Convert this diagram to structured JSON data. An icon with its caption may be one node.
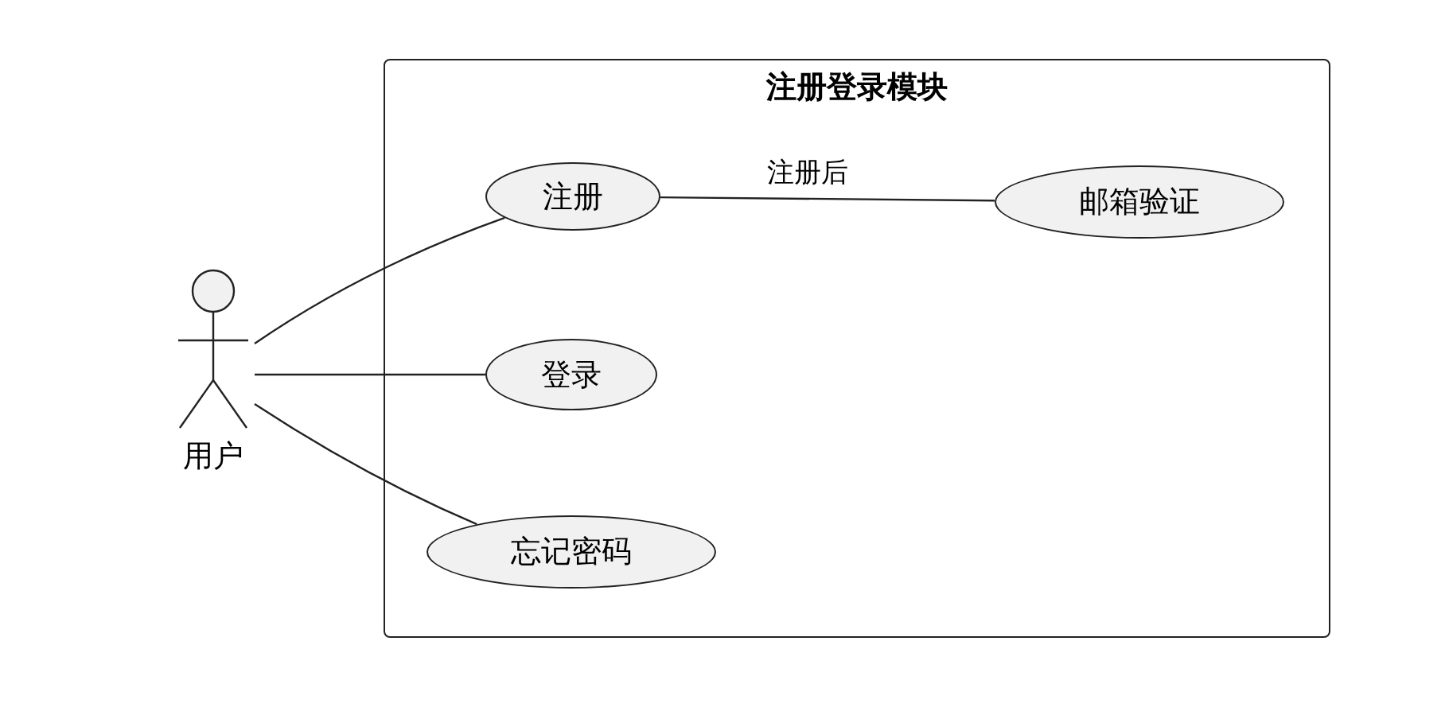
{
  "diagram": {
    "nodes": [
      {
        "text": [
          "注册登录模块"
        ]
      },
      {
        "text": [
          "用户"
        ]
      },
      {
        "text": [
          "注册"
        ],
        "in": 0
      },
      {
        "text": [
          "邮箱验证"
        ],
        "in": 0
      },
      {
        "text": [
          "登录"
        ],
        "in": 0
      },
      {
        "text": [
          "忘记密码"
        ],
        "in": 0
      }
    ],
    "edges": [
      {
        "from": 1,
        "to": 2,
        "arrow": "none"
      },
      {
        "from": 1,
        "to": 4,
        "arrow": "none"
      },
      {
        "from": 1,
        "to": 5,
        "arrow": "none"
      },
      {
        "from": 2,
        "to": 3,
        "arrow": "none",
        "label": "注册后"
      }
    ]
  }
}
